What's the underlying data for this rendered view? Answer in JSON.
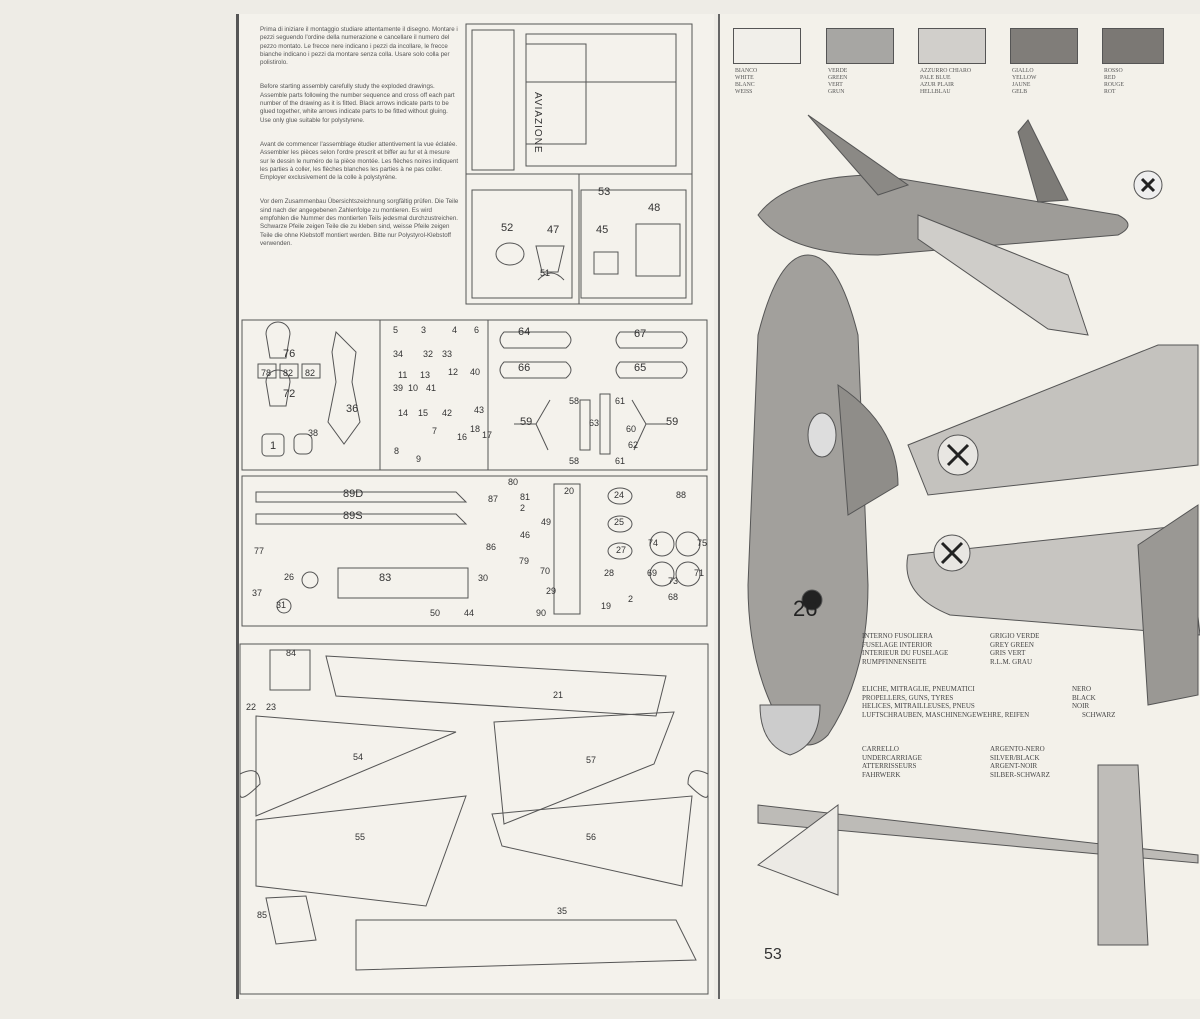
{
  "instructions": {
    "italian": "Prima di iniziare il montaggio studiare attentamente il disegno. Montare i pezzi seguendo l'ordine della numerazione e cancellare il numero del pezzo montato. Le frecce nere indicano i pezzi da incollare, le frecce bianche indicano i pezzi da montare senza colla. Usare solo colla per polistirolo.",
    "english": "Before starting assembly carefully study the exploded drawings. Assemble parts following the number sequence and cross off each part number of the drawing as it is fitted. Black arrows indicate parts to be glued together, white arrows indicate parts to be fitted without gluing. Use only glue suitable for polystyrene.",
    "french": "Avant de commencer l'assemblage étudier attentivement la vue éclatée. Assembler les pièces selon l'ordre prescrit et biffer au fur et à mesure sur le dessin le numéro de la pièce montée. Les flèches noires indiquent les parties à coller, les flèches blanches les parties à ne pas coller. Employer exclusivement de la colle à polystyrène.",
    "german": "Vor dem Zusammenbau Übersichtszeichnung sorgfältig prüfen. Die Teile sind nach der angegebenen Zahlenfolge zu montieren. Es wird empfohlen die Nummer des montierten Teils jedesmal durchzustreichen. Schwarze Pfeile zeigen Teile die zu kleben sind, weisse Pfeile zeigen Teile die ohne Klebstoff montiert werden. Bitte nur Polystyrol-Klebstoff verwenden."
  },
  "sprue_top": {
    "decal_text": "AVIAZIONE",
    "parts": [
      "52",
      "47",
      "51",
      "53",
      "45",
      "48"
    ]
  },
  "sprue_mid": {
    "parts": [
      "76",
      "78",
      "82",
      "82",
      "72",
      "1",
      "38",
      "36",
      "5",
      "3",
      "4",
      "6",
      "34",
      "32",
      "33",
      "11",
      "13",
      "12",
      "40",
      "39",
      "10",
      "41",
      "14",
      "15",
      "42",
      "43",
      "7",
      "16",
      "17",
      "18",
      "8",
      "9",
      "64",
      "66",
      "67",
      "65",
      "59",
      "58",
      "58",
      "61",
      "63",
      "60",
      "62",
      "61",
      "59"
    ]
  },
  "sprue_low": {
    "parts": [
      "89D",
      "89S",
      "80",
      "81",
      "87",
      "2",
      "74",
      "20",
      "24",
      "88",
      "49",
      "46",
      "86",
      "25",
      "75",
      "77",
      "79",
      "70",
      "27",
      "69",
      "71",
      "26",
      "83",
      "30",
      "28",
      "73",
      "37",
      "31",
      "50",
      "44",
      "29",
      "90",
      "19",
      "2",
      "68"
    ]
  },
  "sprue_bottom": {
    "parts": [
      "84",
      "22",
      "23",
      "21",
      "54",
      "57",
      "55",
      "56",
      "85",
      "35"
    ]
  },
  "page_number": "53",
  "colors": [
    {
      "it": "BIANCO",
      "en": "WHITE",
      "fr": "BLANC",
      "de": "WEISS",
      "hex": "#f1efea"
    },
    {
      "it": "VERDE",
      "en": "GREEN",
      "fr": "VERT",
      "de": "GRUN",
      "hex": "#a7a6a3"
    },
    {
      "it": "AZZURRO CHIARO",
      "en": "PALE BLUE",
      "fr": "AZUR PLAIR",
      "de": "HELLBLAU",
      "hex": "#d1cfcb"
    },
    {
      "it": "GIALLO",
      "en": "YELLOW",
      "fr": "JAUNE",
      "de": "GELB",
      "hex": "#807d79"
    },
    {
      "it": "ROSSO",
      "en": "RED",
      "fr": "ROUGE",
      "de": "ROT",
      "hex": "#7b7874"
    }
  ],
  "legend": [
    {
      "label_it": "INTERNO FUSOLIERA",
      "label_en": "FUSELAGE INTERIOR",
      "label_fr": "INTERIEUR DU FUSELAGE",
      "label_de": "RUMPFINNENSEITE",
      "val_it": "GRIGIO VERDE",
      "val_en": "GREY GREEN",
      "val_fr": "GRIS VERT",
      "val_de": "R.L.M. GRAU"
    },
    {
      "label_it": "ELICHE, MITRAGLIE, PNEUMATICI",
      "label_en": "PROPELLERS, GUNS, TYRES",
      "label_fr": "HELICES, MITRAILLEUSES, PNEUS",
      "label_de": "LUFTSCHRAUBEN, MASCHINENGEWEHRE, REIFEN",
      "val_it": "NERO",
      "val_en": "BLACK",
      "val_fr": "NOIR",
      "val_de": "SCHWARZ"
    },
    {
      "label_it": "CARRELLO",
      "label_en": "UNDERCARRIAGE",
      "label_fr": "ATTERRISSEURS",
      "label_de": "FAHRWERK",
      "val_it": "ARGENTO-NERO",
      "val_en": "SILVER/BLACK",
      "val_fr": "ARGENT-NOIR",
      "val_de": "SILBER-SCHWARZ"
    }
  ],
  "aircraft_code": "26"
}
